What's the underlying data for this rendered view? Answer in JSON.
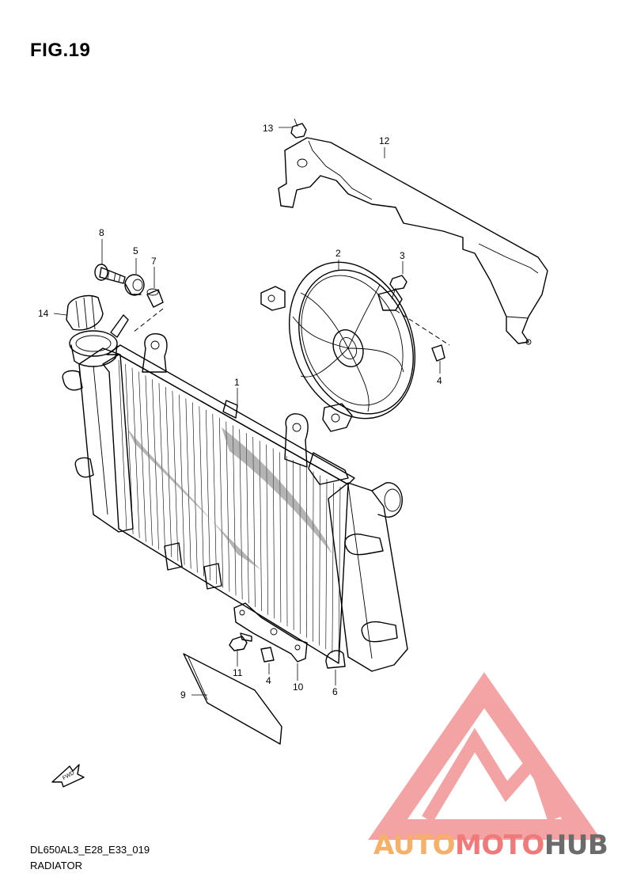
{
  "figure": {
    "title": "FIG.19"
  },
  "callouts": {
    "c1": "1",
    "c2": "2",
    "c3": "3",
    "c4a": "4",
    "c4b": "4",
    "c5": "5",
    "c6": "6",
    "c7": "7",
    "c8": "8",
    "c9": "9",
    "c10": "10",
    "c11": "11",
    "c12": "12",
    "c13": "13",
    "c14": "14"
  },
  "footer": {
    "code": "DL650AL3_E28_E33_019",
    "name": "RADIATOR"
  },
  "fwd_label": "FWD",
  "watermark": {
    "part1": "AUTO",
    "part2": "MOTO",
    "part3": "HUB",
    "color_part1": "#f5b06a",
    "color_part2": "#f07a7a",
    "color_part3": "#6b6b6b",
    "logo_color": "#f08585"
  }
}
